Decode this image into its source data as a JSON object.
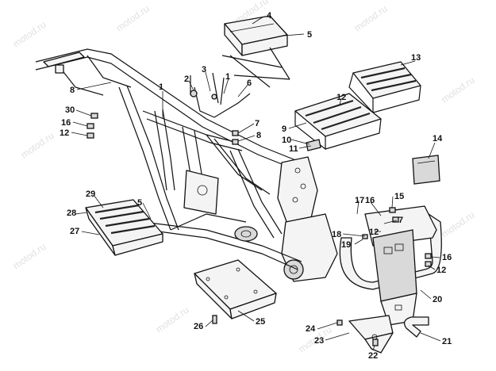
{
  "watermark": "motod.ru",
  "callouts": {
    "c1a": "1",
    "c1b": "1",
    "c2": "2",
    "c3": "3",
    "c4": "4",
    "c5a": "5",
    "c5b": "5",
    "c6": "6",
    "c7a": "7",
    "c7b": "7",
    "c8a": "8",
    "c8b": "8",
    "c9": "9",
    "c10": "10",
    "c11": "11",
    "c12a": "12",
    "c12b": "12",
    "c12c": "12",
    "c12d": "12",
    "c13": "13",
    "c14": "14",
    "c15": "15",
    "c16a": "16",
    "c16b": "16",
    "c16c": "16",
    "c17": "17",
    "c18": "18",
    "c19": "19",
    "c20": "20",
    "c21": "21",
    "c22": "22",
    "c23": "23",
    "c24": "24",
    "c25": "25",
    "c26": "26",
    "c27": "27",
    "c28": "28",
    "c29": "29",
    "c30": "30"
  }
}
